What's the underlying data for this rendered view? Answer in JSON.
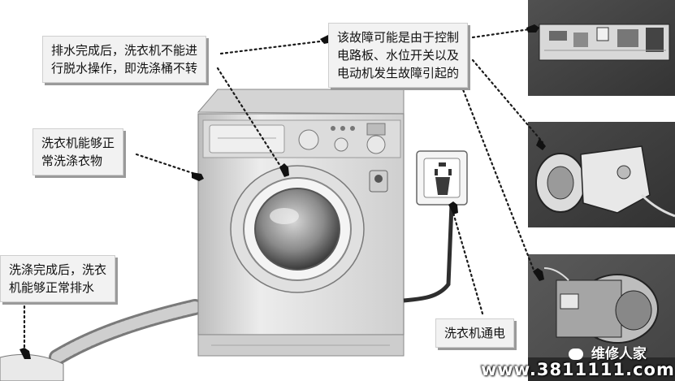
{
  "callouts": {
    "drain_no_spin": {
      "lines": [
        "排水完成后，洗衣机不能进",
        "行脱水操作，即洗涤桶不转"
      ]
    },
    "fault_cause": {
      "lines": [
        "该故障可能是由于控制",
        "电路板、水位开关以及",
        "电动机发生故障引起的"
      ]
    },
    "washes_normally": {
      "lines": [
        "洗衣机能够正",
        "常洗涤衣物"
      ]
    },
    "drains_normally": {
      "lines": [
        "洗涤完成后，洗衣",
        "机能够正常排水"
      ]
    },
    "powered": {
      "lines": [
        "洗衣机通电"
      ]
    }
  },
  "watermark": {
    "brand": "维修人家",
    "url": "www.3811111.com"
  },
  "colors": {
    "callout_bg": "#f2f2f2",
    "photo_dark": "#2a2a2a",
    "machine_body": "#e6e6e6"
  }
}
